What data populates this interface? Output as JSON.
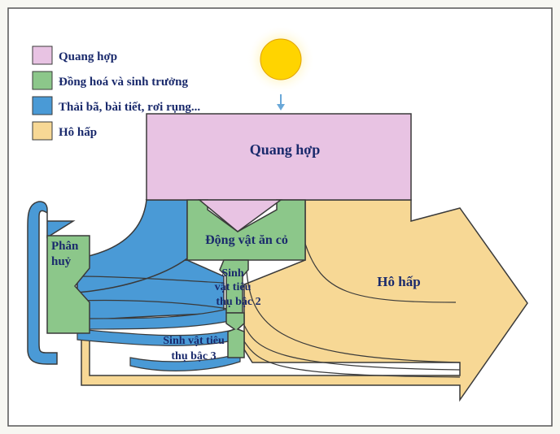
{
  "legend": [
    {
      "label": "Quang hợp",
      "color": "#e8c3e3"
    },
    {
      "label": "Đồng hoá và sinh trưởng",
      "color": "#8cc78a"
    },
    {
      "label": "Thải bã, bài tiết, rơi rụng...",
      "color": "#4a9ad6"
    },
    {
      "label": "Hô hấp",
      "color": "#f7d895"
    }
  ],
  "nodes": {
    "photosynthesis": "Quang hợp",
    "herbivore": "Động vật ăn cỏ",
    "respiration": "Hô hấp",
    "decomposer_1": "Phân",
    "decomposer_2": "huỷ",
    "consumer2_1": "Sinh",
    "consumer2_2": "vật tiêu",
    "consumer2_3": "thụ bậc 2",
    "consumer3_1": "Sinh vật tiêu",
    "consumer3_2": "thụ bậc 3"
  },
  "colors": {
    "photosynthesis": "#e8c3e3",
    "assimilation": "#8cc78a",
    "excretion": "#4a9ad6",
    "respiration": "#f7d895",
    "sun": "#ffd400",
    "outline": "#3a3a3a",
    "text": "#1a2a6c"
  }
}
